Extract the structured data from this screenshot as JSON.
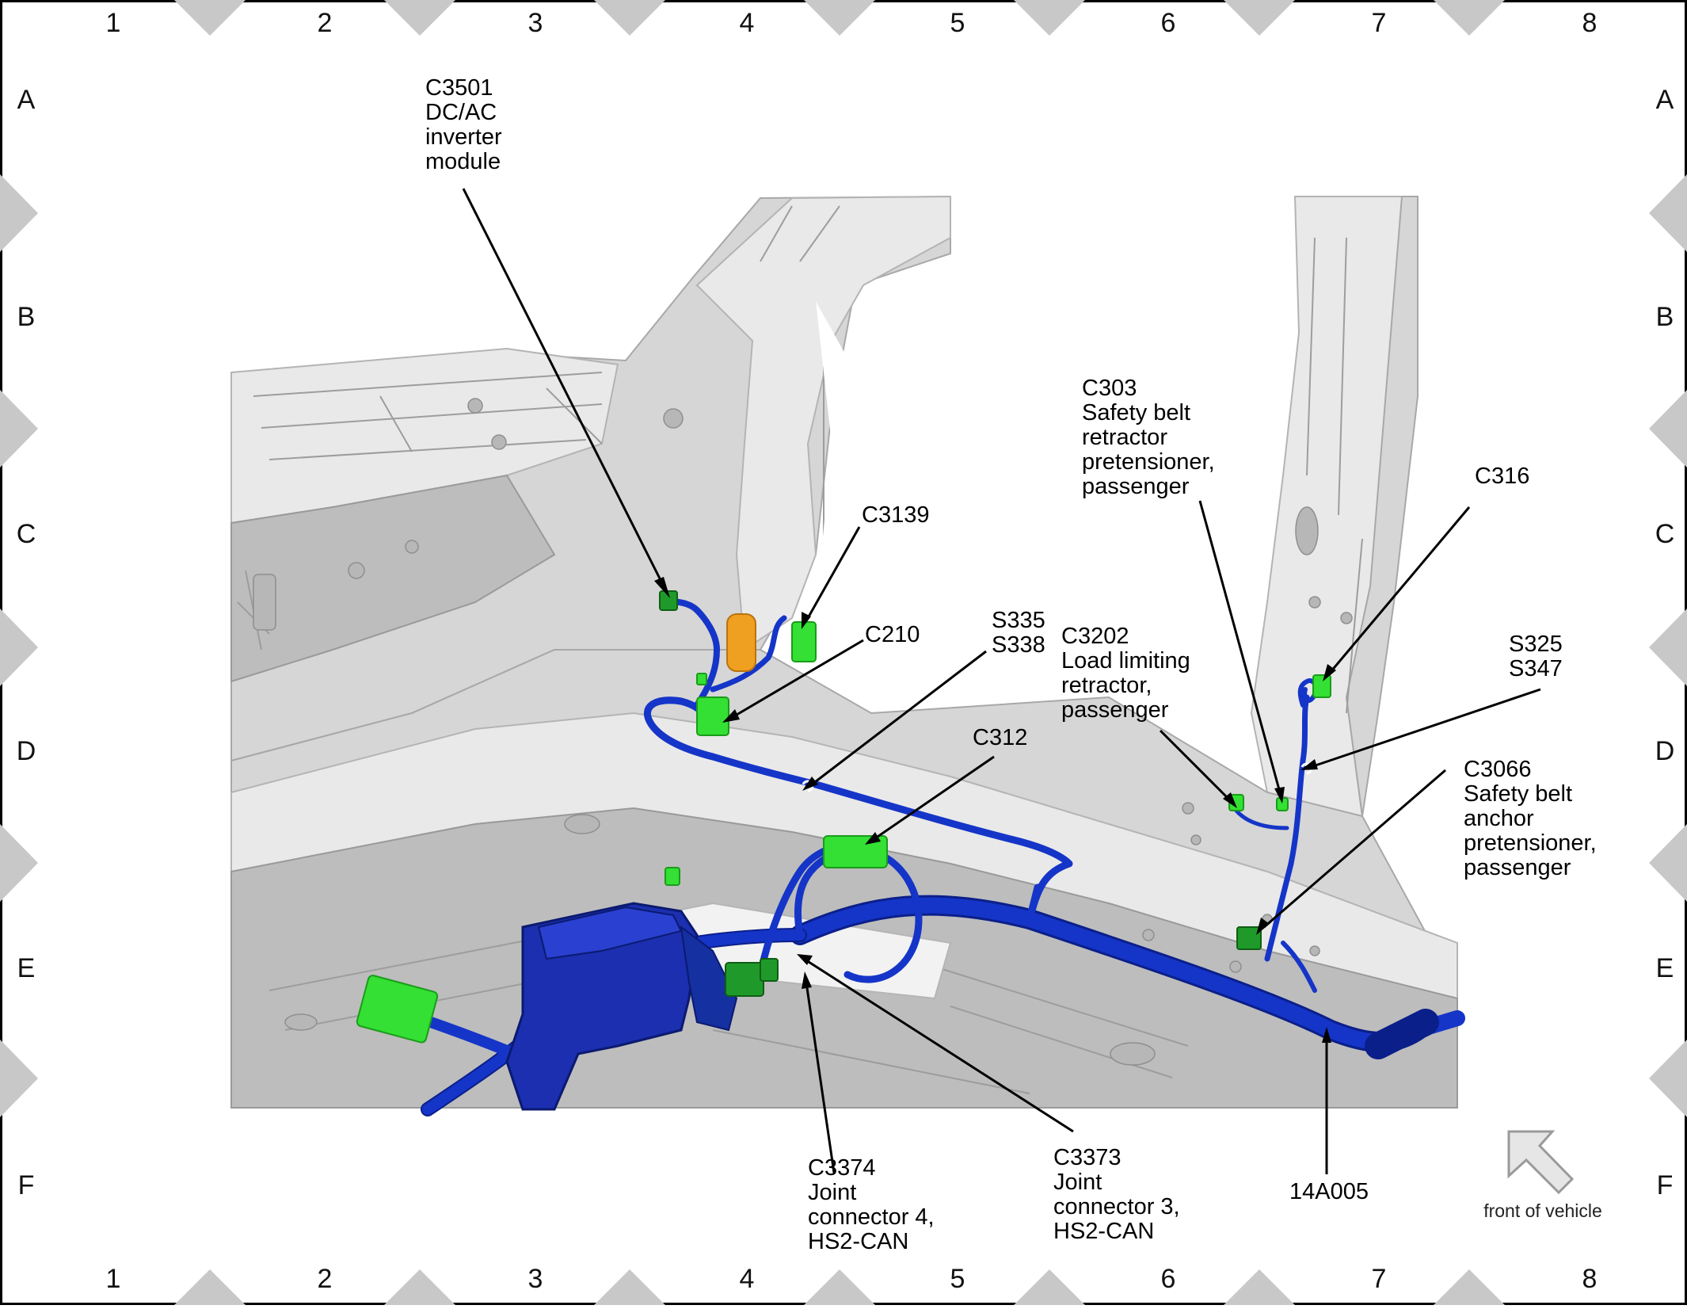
{
  "grid": {
    "columns": [
      "1",
      "2",
      "3",
      "4",
      "5",
      "6",
      "7",
      "8"
    ],
    "rows": [
      "A",
      "B",
      "C",
      "D",
      "E",
      "F"
    ]
  },
  "callouts": {
    "c3501": [
      "C3501",
      "DC/AC",
      "inverter",
      "module"
    ],
    "c3139": [
      "C3139"
    ],
    "c210": [
      "C210"
    ],
    "s335_s338": [
      "S335",
      "S338"
    ],
    "c312": [
      "C312"
    ],
    "c3202": [
      "C3202",
      "Load limiting",
      "retractor,",
      "passenger"
    ],
    "c303": [
      "C303",
      "Safety belt",
      "retractor",
      "pretensioner,",
      "passenger"
    ],
    "c316": [
      "C316"
    ],
    "s325_s347": [
      "S325",
      "S347"
    ],
    "c3066": [
      "C3066",
      "Safety belt",
      "anchor",
      "pretensioner,",
      "passenger"
    ],
    "c3374": [
      "C3374",
      "Joint",
      "connector 4,",
      "HS2-CAN"
    ],
    "c3373": [
      "C3373",
      "Joint",
      "connector 3,",
      "HS2-CAN"
    ],
    "harness_14a005": [
      "14A005"
    ]
  },
  "orientation": {
    "label": "front of vehicle",
    "icon": "front-direction-arrow-icon"
  },
  "colors": {
    "harness": "#1535c8",
    "connector": "#33e033",
    "connector_dark": "#1f9a2a",
    "inverter": "#f0a020",
    "body_panel": "#d6d6d6"
  }
}
